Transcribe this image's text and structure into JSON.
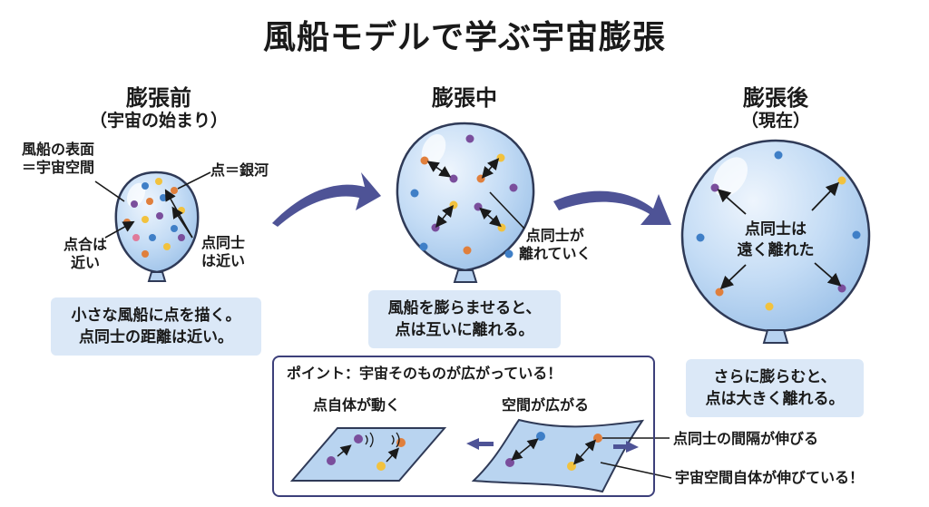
{
  "title": "風船モデルで学ぶ宇宙膨張",
  "stages": {
    "before": {
      "title": "膨張前",
      "subtitle": "（宇宙の始まり）",
      "caption_line1": "小さな風船に点を描く。",
      "caption_line2": "点同士の距離は近い。",
      "label_surface_line1": "風船の表面",
      "label_surface_line2": "＝宇宙空間",
      "label_point": "点＝銀河",
      "label_close_line1": "点合は",
      "label_close_line2": "近い",
      "label_pair_line1": "点同士",
      "label_pair_line2": "は近い"
    },
    "during": {
      "title": "膨張中",
      "label_line1": "点同士が",
      "label_line2": "離れていく",
      "caption_line1": "風船を膨らませると、",
      "caption_line2": "点は互いに離れる。"
    },
    "after": {
      "title": "膨張後",
      "subtitle": "（現在）",
      "center_line1": "点同士は",
      "center_line2": "遠く離れた",
      "caption_line1": "さらに膨らむと、",
      "caption_line2": "点は大きく離れる。"
    }
  },
  "point_box": {
    "heading": "ポイント：宇宙そのものが広がっている！",
    "left_label": "点自体が動く",
    "right_label": "空間が広がる"
  },
  "callouts": {
    "gap": "点同士の間隔が伸びる",
    "space": "宇宙空間自体が伸びている！"
  },
  "colors": {
    "balloon_fill": "#c4dcf5",
    "balloon_stroke": "#2f3a57",
    "caption_bg": "#dbe8f7",
    "arrow": "#4e5396",
    "dot_blue": "#3f7fc7",
    "dot_orange": "#e07f3c",
    "dot_purple": "#7a4e9c",
    "dot_yellow": "#f2c23e",
    "dot_pink": "#e07a9a"
  }
}
